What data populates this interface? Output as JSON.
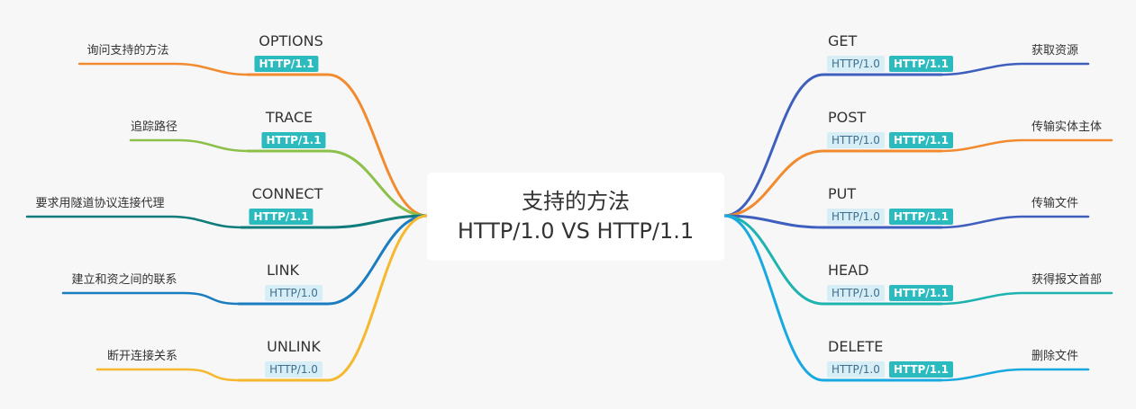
{
  "root": {
    "title": "支持的方法",
    "subtitle": "HTTP/1.0 VS HTTP/1.1"
  },
  "left_branches": [
    {
      "method": "OPTIONS",
      "badges": [
        "HTTP/1.1"
      ],
      "desc": "询问支持的方法",
      "color": "#f28b2f"
    },
    {
      "method": "TRACE",
      "badges": [
        "HTTP/1.1"
      ],
      "desc": "追踪路径",
      "color": "#8cc04a"
    },
    {
      "method": "CONNECT",
      "badges": [
        "HTTP/1.1"
      ],
      "desc": "要求用隧道协议连接代理",
      "color": "#0f7b7b"
    },
    {
      "method": "LINK",
      "badges": [
        "HTTP/1.0"
      ],
      "desc": "建立和资之间的联系",
      "color": "#1a7dbf"
    },
    {
      "method": "UNLINK",
      "badges": [
        "HTTP/1.0"
      ],
      "desc": "断开连接关系",
      "color": "#f5b82e"
    }
  ],
  "right_branches": [
    {
      "method": "GET",
      "badges": [
        "HTTP/1.0",
        "HTTP/1.1"
      ],
      "desc": "获取资源",
      "color": "#3f5fbf"
    },
    {
      "method": "POST",
      "badges": [
        "HTTP/1.0",
        "HTTP/1.1"
      ],
      "desc": "传输实体主体",
      "color": "#f28b2f"
    },
    {
      "method": "PUT",
      "badges": [
        "HTTP/1.0",
        "HTTP/1.1"
      ],
      "desc": "传输文件",
      "color": "#3f5fbf"
    },
    {
      "method": "HEAD",
      "badges": [
        "HTTP/1.0",
        "HTTP/1.1"
      ],
      "desc": "获得报文首部",
      "color": "#1fb3b0"
    },
    {
      "method": "DELETE",
      "badges": [
        "HTTP/1.0",
        "HTTP/1.1"
      ],
      "desc": "删除文件",
      "color": "#17a9e0"
    }
  ]
}
